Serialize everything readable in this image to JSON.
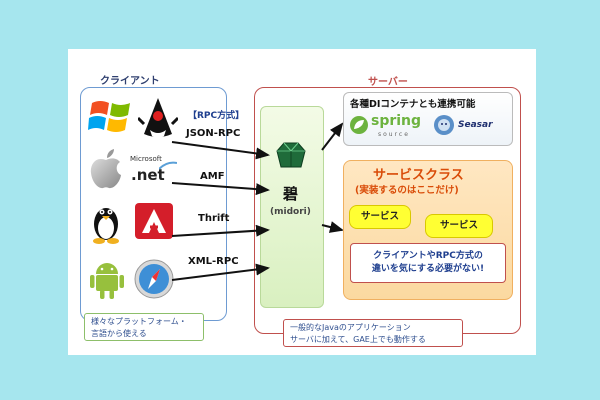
{
  "client": {
    "title": "クライアント",
    "rpc_label": "【RPC方式】",
    "protocols": [
      "JSON-RPC",
      "AMF",
      "Thrift",
      "XML-RPC"
    ],
    "note_line1": "様々なプラットフォーム・",
    "note_line2": "言語から使える",
    "icons": [
      "windows-logo",
      "java-duke",
      "apple-logo",
      "dotnet-logo",
      "linux-tux",
      "adobe-air-logo",
      "android-robot",
      "safari-compass"
    ],
    "dotnet_brand": "Microsoft",
    "dotnet_text": ".net"
  },
  "center": {
    "name_jp": "碧",
    "name_en": "(midori)"
  },
  "server": {
    "title": "サーバー",
    "di_title": "各種DIコンテナとも連携可能",
    "spring_text": "spring",
    "spring_sub": "source",
    "seasar_text": "Seasar",
    "service_class_title": "サービスクラス",
    "service_class_sub": "(実装するのはここだけ)",
    "service_pills": [
      "サービス",
      "サービス"
    ],
    "note_line1": "クライアントやRPC方式の",
    "note_line2": "違いを気にする必要がない!",
    "footer_line1": "一般的なJavaのアプリケーション",
    "footer_line2": "サーバに加えて、GAE上でも動作する"
  },
  "colors": {
    "page_bg": "#a6e6ee",
    "client_border": "#6e9bd2",
    "server_border": "#c0504d",
    "service_accent": "#d94c08"
  }
}
